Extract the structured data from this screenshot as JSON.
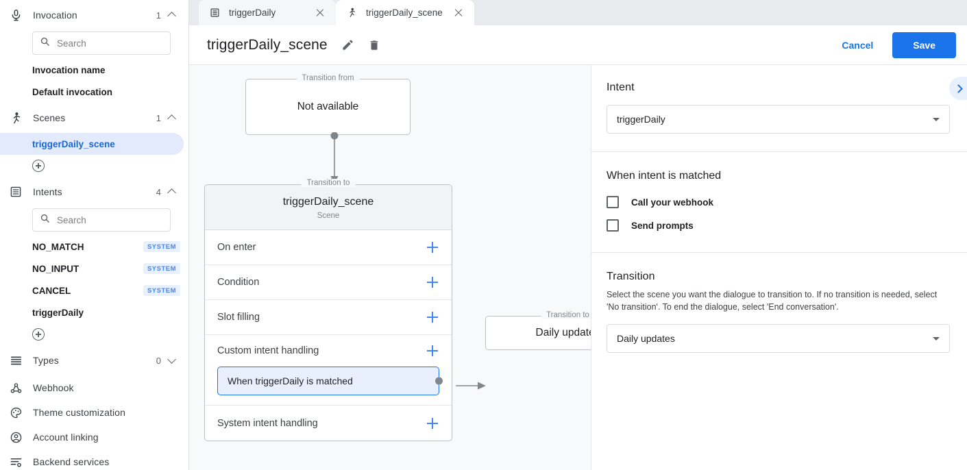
{
  "sidebar": {
    "groups": [
      {
        "id": "invocation",
        "icon": "microphone-icon",
        "label": "Invocation",
        "count": "1",
        "expanded": true,
        "search_placeholder": "Search",
        "items": [
          {
            "label": "Invocation name"
          },
          {
            "label": "Default invocation"
          }
        ]
      },
      {
        "id": "scenes",
        "icon": "scene-icon",
        "label": "Scenes",
        "count": "1",
        "expanded": true,
        "items": [
          {
            "label": "triggerDaily_scene",
            "selected": true
          }
        ],
        "add_label": "add-scene"
      },
      {
        "id": "intents",
        "icon": "intents-icon",
        "label": "Intents",
        "count": "4",
        "expanded": true,
        "search_placeholder": "Search",
        "items": [
          {
            "label": "NO_MATCH",
            "badge": "SYSTEM"
          },
          {
            "label": "NO_INPUT",
            "badge": "SYSTEM"
          },
          {
            "label": "CANCEL",
            "badge": "SYSTEM"
          },
          {
            "label": "triggerDaily"
          }
        ],
        "add_label": "add-intent"
      },
      {
        "id": "types",
        "icon": "types-icon",
        "label": "Types",
        "count": "0",
        "expanded": false
      }
    ],
    "links": [
      {
        "id": "webhook",
        "icon": "webhook-icon",
        "label": "Webhook"
      },
      {
        "id": "theme",
        "icon": "palette-icon",
        "label": "Theme customization"
      },
      {
        "id": "account-linking",
        "icon": "account-circle-icon",
        "label": "Account linking"
      },
      {
        "id": "backend-services",
        "icon": "backend-services-icon",
        "label": "Backend services"
      }
    ]
  },
  "tabs": [
    {
      "id": "triggerDaily",
      "icon": "intents-icon",
      "label": "triggerDaily",
      "active": false
    },
    {
      "id": "triggerDaily_scene",
      "icon": "scene-icon",
      "label": "triggerDaily_scene",
      "active": true
    }
  ],
  "header": {
    "title": "triggerDaily_scene",
    "edit_icon": "pencil-icon",
    "delete_icon": "trash-icon",
    "cancel_label": "Cancel",
    "save_label": "Save"
  },
  "canvas": {
    "transition_from_legend": "Transition from",
    "transition_from_value": "Not available",
    "transition_to_legend": "Transition to",
    "scene": {
      "name": "triggerDaily_scene",
      "type": "Scene",
      "rows": [
        {
          "label": "On enter"
        },
        {
          "label": "Condition"
        },
        {
          "label": "Slot filling"
        }
      ],
      "custom_intent_handling": {
        "label": "Custom intent handling",
        "handler": "When triggerDaily is matched"
      },
      "system_intent_handling": {
        "label": "System intent handling"
      }
    },
    "target_node": {
      "legend": "Transition to",
      "value": "Daily updates"
    }
  },
  "right_panel": {
    "intent": {
      "title": "Intent",
      "selected": "triggerDaily"
    },
    "when_matched": {
      "title": "When intent is matched",
      "options": [
        {
          "label": "Call your webhook",
          "checked": false
        },
        {
          "label": "Send prompts",
          "checked": false
        }
      ]
    },
    "transition": {
      "title": "Transition",
      "description": "Select the scene you want the dialogue to transition to. If no transition is needed, select 'No transition'. To end the dialogue, select 'End conversation'.",
      "selected": "Daily updates"
    },
    "collapse_icon": "chevron-right-icon"
  },
  "colors": {
    "accent": "#1a73e8",
    "accent_light": "#e8f0fe",
    "selected_row": "#e3eafc",
    "canvas_bg": "#f8f9fb",
    "border": "#dadce0"
  }
}
